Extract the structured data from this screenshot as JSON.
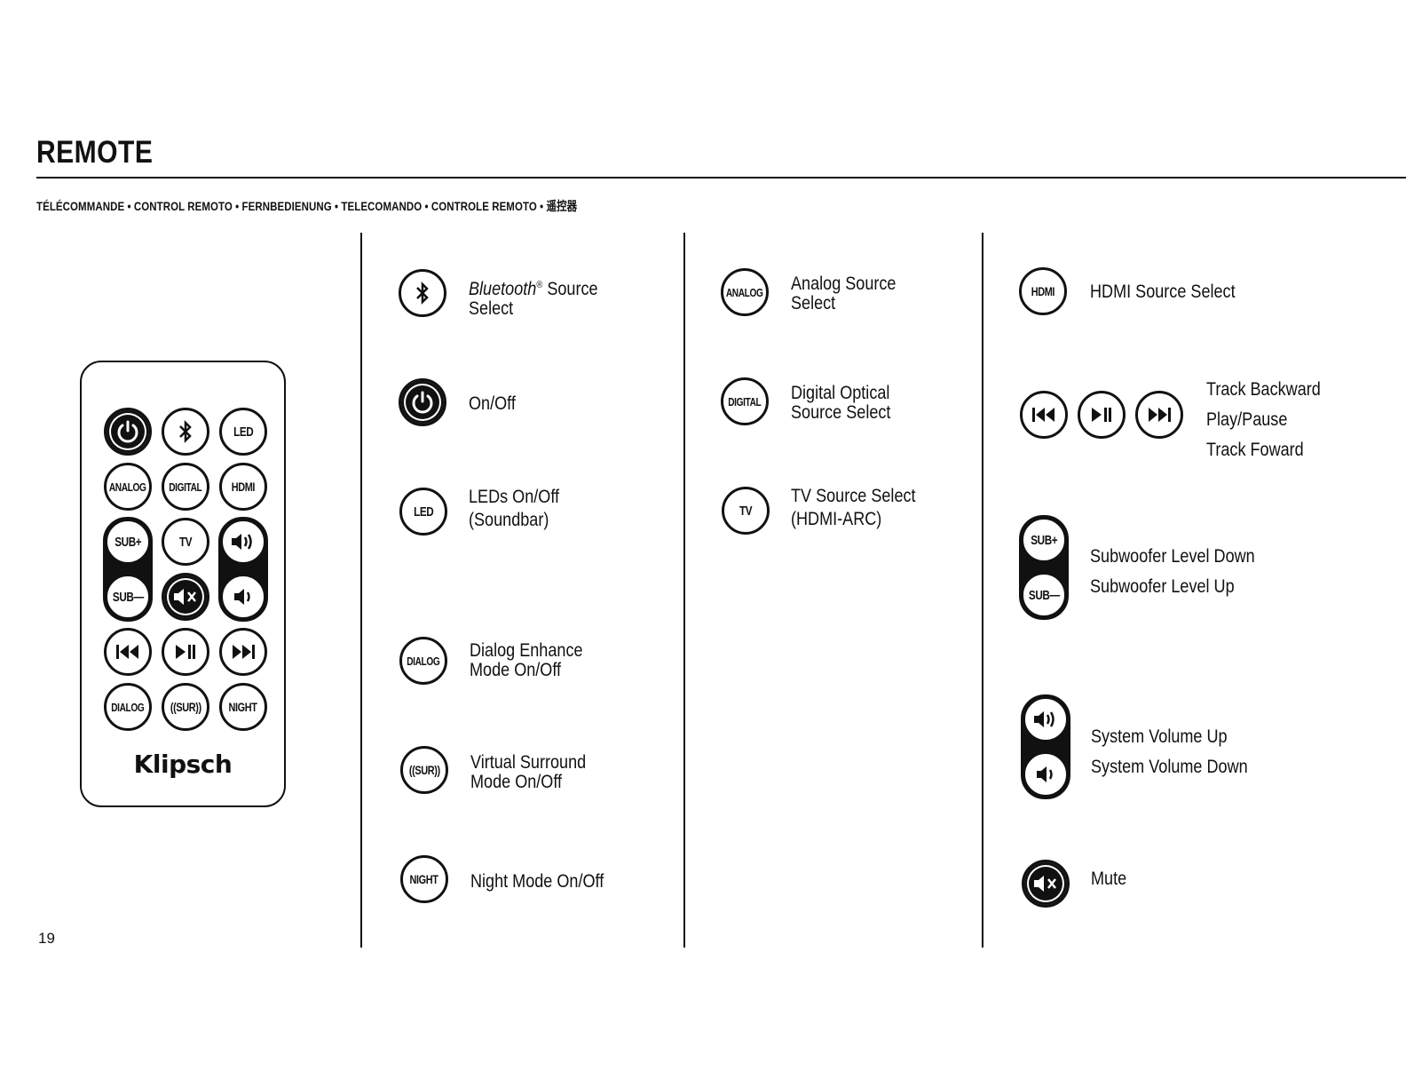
{
  "header": {
    "title": "REMOTE",
    "subtitle": "TÉLÉCOMMANDE • CONTROL REMOTO • FERNBEDIENUNG • TELECOMANDO • CONTROLE REMOTO • 遥控器"
  },
  "page_number": "19",
  "remote": {
    "brand": "Klipsch",
    "buttons": {
      "led": "LED",
      "analog": "ANALOG",
      "digital": "DIGITAL",
      "hdmi": "HDMI",
      "sub_plus": "SUB+",
      "tv": "TV",
      "sub_minus": "SUB—",
      "dialog": "DIALOG",
      "sur": "((SUR))",
      "night": "NIGHT"
    }
  },
  "legend": {
    "bluetooth": {
      "label_italic": "Bluetooth",
      "reg": "®",
      "label_rest": " Source",
      "line2": "Select"
    },
    "power": {
      "label": "On/Off"
    },
    "led": {
      "icon_text": "LED",
      "line1": "LEDs On/Off",
      "line2": "(Soundbar)"
    },
    "dialog": {
      "icon_text": "DIALOG",
      "line1": "Dialog Enhance",
      "line2": "Mode On/Off"
    },
    "surround": {
      "icon_text": "((SUR))",
      "line1": "Virtual Surround",
      "line2": "Mode On/Off"
    },
    "night": {
      "icon_text": "NIGHT",
      "label": "Night Mode On/Off"
    },
    "analog": {
      "icon_text": "ANALOG",
      "line1": "Analog Source",
      "line2": "Select"
    },
    "digital": {
      "icon_text": "DIGITAL",
      "line1": "Digital Optical",
      "line2": "Source Select"
    },
    "tv": {
      "icon_text": "TV",
      "line1": "TV Source Select",
      "line2": "(HDMI-ARC)"
    },
    "hdmi": {
      "icon_text": "HDMI",
      "label": "HDMI Source Select"
    },
    "transport": {
      "line1": "Track Backward",
      "line2": "Play/Pause",
      "line3": "Track Foward"
    },
    "subwoofer": {
      "plus_text": "SUB+",
      "minus_text": "SUB—",
      "line1": "Subwoofer Level Down",
      "line2": "Subwoofer Level Up"
    },
    "volume": {
      "line1": "System Volume Up",
      "line2": "System Volume Down"
    },
    "mute": {
      "label": "Mute"
    }
  }
}
